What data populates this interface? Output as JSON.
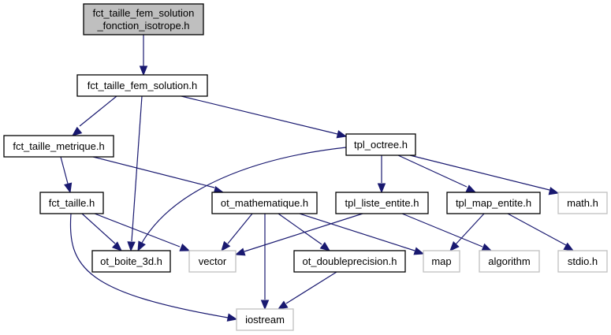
{
  "graph": {
    "edge_color": "#191970",
    "node_styles": {
      "root": {
        "fill": "#bfbfbf",
        "stroke": "#000000"
      },
      "documented": {
        "fill": "#ffffff",
        "stroke": "#000000"
      },
      "system": {
        "fill": "#ffffff",
        "stroke": "#bfbfbf"
      }
    },
    "nodes": [
      {
        "id": "root",
        "lines": [
          "fct_taille_fem_solution",
          "_fonction_isotrope.h"
        ],
        "style": "root"
      },
      {
        "id": "fem_solution",
        "lines": [
          "fct_taille_fem_solution.h"
        ],
        "style": "documented"
      },
      {
        "id": "metrique",
        "lines": [
          "fct_taille_metrique.h"
        ],
        "style": "documented"
      },
      {
        "id": "octree",
        "lines": [
          "tpl_octree.h"
        ],
        "style": "documented"
      },
      {
        "id": "taille",
        "lines": [
          "fct_taille.h"
        ],
        "style": "documented"
      },
      {
        "id": "mathematique",
        "lines": [
          "ot_mathematique.h"
        ],
        "style": "documented"
      },
      {
        "id": "liste_entite",
        "lines": [
          "tpl_liste_entite.h"
        ],
        "style": "documented"
      },
      {
        "id": "map_entite",
        "lines": [
          "tpl_map_entite.h"
        ],
        "style": "documented"
      },
      {
        "id": "math",
        "lines": [
          "math.h"
        ],
        "style": "system"
      },
      {
        "id": "boite_3d",
        "lines": [
          "ot_boite_3d.h"
        ],
        "style": "documented"
      },
      {
        "id": "vector",
        "lines": [
          "vector"
        ],
        "style": "system"
      },
      {
        "id": "doubleprecision",
        "lines": [
          "ot_doubleprecision.h"
        ],
        "style": "documented"
      },
      {
        "id": "map",
        "lines": [
          "map"
        ],
        "style": "system"
      },
      {
        "id": "algorithm",
        "lines": [
          "algorithm"
        ],
        "style": "system"
      },
      {
        "id": "stdio",
        "lines": [
          "stdio.h"
        ],
        "style": "system"
      },
      {
        "id": "iostream",
        "lines": [
          "iostream"
        ],
        "style": "system"
      }
    ],
    "edges": [
      {
        "from": "root",
        "to": "fem_solution"
      },
      {
        "from": "fem_solution",
        "to": "metrique"
      },
      {
        "from": "fem_solution",
        "to": "boite_3d"
      },
      {
        "from": "fem_solution",
        "to": "octree"
      },
      {
        "from": "metrique",
        "to": "taille"
      },
      {
        "from": "metrique",
        "to": "mathematique"
      },
      {
        "from": "octree",
        "to": "boite_3d"
      },
      {
        "from": "octree",
        "to": "liste_entite"
      },
      {
        "from": "octree",
        "to": "map_entite"
      },
      {
        "from": "octree",
        "to": "math"
      },
      {
        "from": "taille",
        "to": "boite_3d"
      },
      {
        "from": "taille",
        "to": "vector"
      },
      {
        "from": "taille",
        "to": "iostream"
      },
      {
        "from": "mathematique",
        "to": "vector"
      },
      {
        "from": "mathematique",
        "to": "iostream"
      },
      {
        "from": "mathematique",
        "to": "doubleprecision"
      },
      {
        "from": "mathematique",
        "to": "map"
      },
      {
        "from": "liste_entite",
        "to": "vector"
      },
      {
        "from": "liste_entite",
        "to": "algorithm"
      },
      {
        "from": "map_entite",
        "to": "map"
      },
      {
        "from": "map_entite",
        "to": "stdio"
      },
      {
        "from": "doubleprecision",
        "to": "iostream"
      }
    ]
  }
}
